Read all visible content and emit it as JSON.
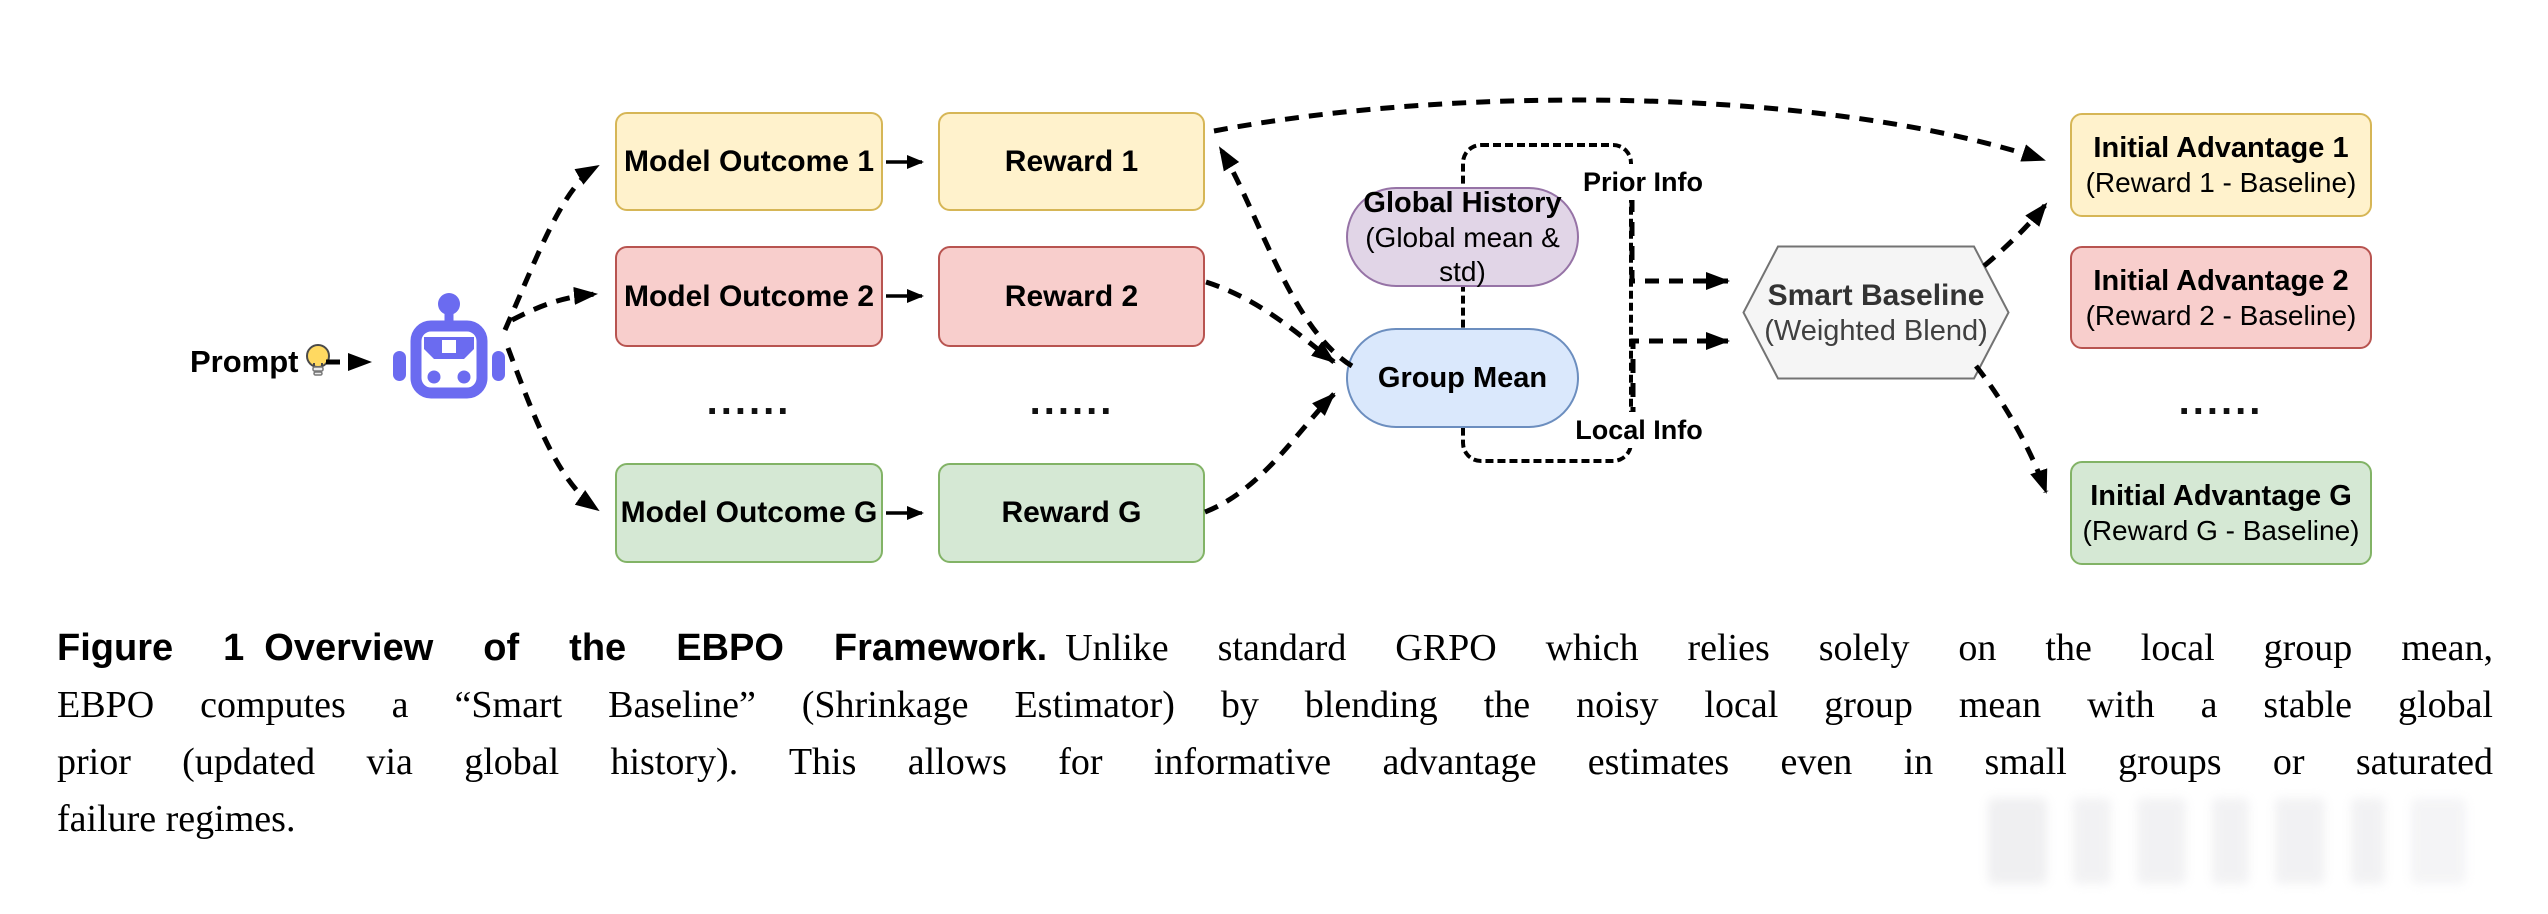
{
  "figure": {
    "prompt_label": "Prompt",
    "model_outcomes": [
      "Model Outcome 1",
      "Model Outcome 2",
      "Model Outcome G"
    ],
    "rewards": [
      "Reward 1",
      "Reward 2",
      "Reward G"
    ],
    "ellipsis": "......",
    "global_history": {
      "title": "Global History",
      "subtitle": "(Global mean & std)"
    },
    "group_mean": {
      "title": "Group Mean"
    },
    "prior_info_label": "Prior Info",
    "local_info_label": "Local Info",
    "smart_baseline": {
      "title": "Smart Baseline",
      "subtitle": "(Weighted Blend)"
    },
    "initial_advantages": [
      {
        "title": "Initial Advantage 1",
        "subtitle": "(Reward 1 - Baseline)"
      },
      {
        "title": "Initial Advantage 2",
        "subtitle": "(Reward 2 - Baseline)"
      },
      {
        "title": "Initial Advantage G",
        "subtitle": "(Reward G - Baseline)"
      }
    ],
    "icons": {
      "robot": "robot-icon",
      "lightbulb": "lightbulb-icon"
    },
    "colors": {
      "yellow_fill": "#FFF2CC",
      "yellow_border": "#D6B656",
      "red_fill": "#F8CECC",
      "red_border": "#B85450",
      "green_fill": "#D5E8D4",
      "green_border": "#82B366",
      "purple_fill": "#E1D5E7",
      "purple_border": "#9673A6",
      "blue_fill": "#DAE8FC",
      "blue_border": "#6C8EBF",
      "hexagon_fill": "#F5F5F5",
      "hexagon_border": "#737373",
      "robot": "#6B6BF0",
      "connector": "#000000"
    }
  },
  "caption": {
    "figure_label": "Figure 1",
    "figure_title": "Overview of the EBPO Framework.",
    "line1_rest": "Unlike standard GRPO which relies solely on the local group mean,",
    "line2": "EBPO computes a “Smart Baseline” (Shrinkage Estimator) by blending the noisy local group mean with a stable global",
    "line3": "prior (updated via global history). This allows for informative advantage estimates even in small groups or saturated",
    "line4": "failure regimes."
  }
}
